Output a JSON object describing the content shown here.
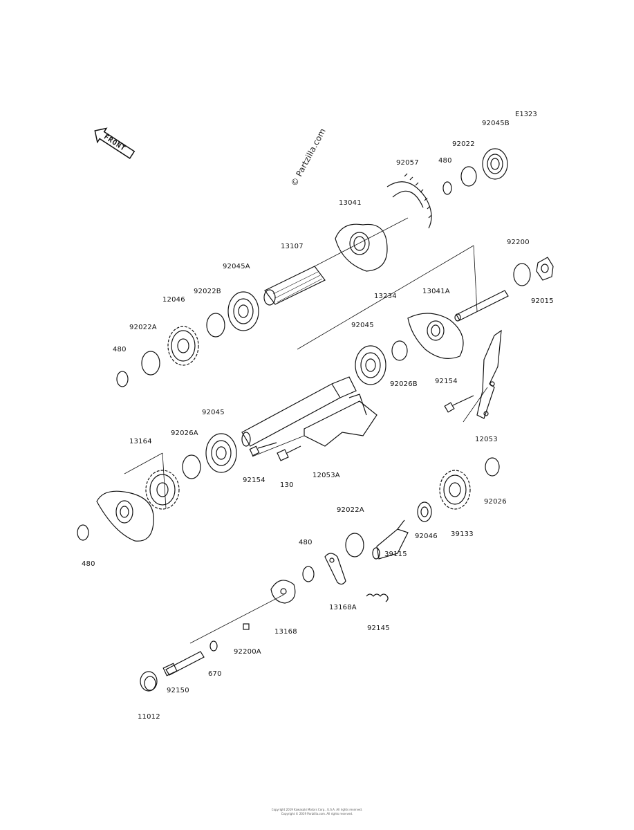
{
  "diagram_code": "E1323",
  "watermark": "© Partzilla.com",
  "front_label": "FRONT",
  "parts": [
    {
      "id": "p1",
      "label": "92045B"
    },
    {
      "id": "p2",
      "label": "92022"
    },
    {
      "id": "p3",
      "label": "480"
    },
    {
      "id": "p4",
      "label": "92057"
    },
    {
      "id": "p5",
      "label": "13041"
    },
    {
      "id": "p6",
      "label": "13107"
    },
    {
      "id": "p7",
      "label": "92045A"
    },
    {
      "id": "p8",
      "label": "92022B"
    },
    {
      "id": "p9",
      "label": "12046"
    },
    {
      "id": "p10",
      "label": "92022A"
    },
    {
      "id": "p11",
      "label": "480"
    },
    {
      "id": "p12",
      "label": "13234"
    },
    {
      "id": "p13",
      "label": "92200"
    },
    {
      "id": "p14",
      "label": "92015"
    },
    {
      "id": "p15",
      "label": "13041A"
    },
    {
      "id": "p16",
      "label": "92045"
    },
    {
      "id": "p17",
      "label": "92026B"
    },
    {
      "id": "p18",
      "label": "92154"
    },
    {
      "id": "p19",
      "label": "12053"
    },
    {
      "id": "p20",
      "label": "92045"
    },
    {
      "id": "p21",
      "label": "92026A"
    },
    {
      "id": "p22",
      "label": "13164"
    },
    {
      "id": "p23",
      "label": "92154"
    },
    {
      "id": "p24",
      "label": "130"
    },
    {
      "id": "p25",
      "label": "12053A"
    },
    {
      "id": "p26",
      "label": "480"
    },
    {
      "id": "p27",
      "label": "92022A"
    },
    {
      "id": "p28",
      "label": "92026"
    },
    {
      "id": "p29",
      "label": "39115"
    },
    {
      "id": "p30",
      "label": "92046"
    },
    {
      "id": "p31",
      "label": "39133"
    },
    {
      "id": "p32",
      "label": "480"
    },
    {
      "id": "p33",
      "label": "13168A"
    },
    {
      "id": "p34",
      "label": "13168"
    },
    {
      "id": "p35",
      "label": "92145"
    },
    {
      "id": "p36",
      "label": "92200A"
    },
    {
      "id": "p37",
      "label": "670"
    },
    {
      "id": "p38",
      "label": "92150"
    },
    {
      "id": "p39",
      "label": "11012"
    }
  ],
  "footer": {
    "line1": "Copyright 2019 Kawasaki Motors Corp., U.S.A. All rights reserved.",
    "line2": "Copyright © 2019 Partzilla.com. All rights reserved."
  }
}
